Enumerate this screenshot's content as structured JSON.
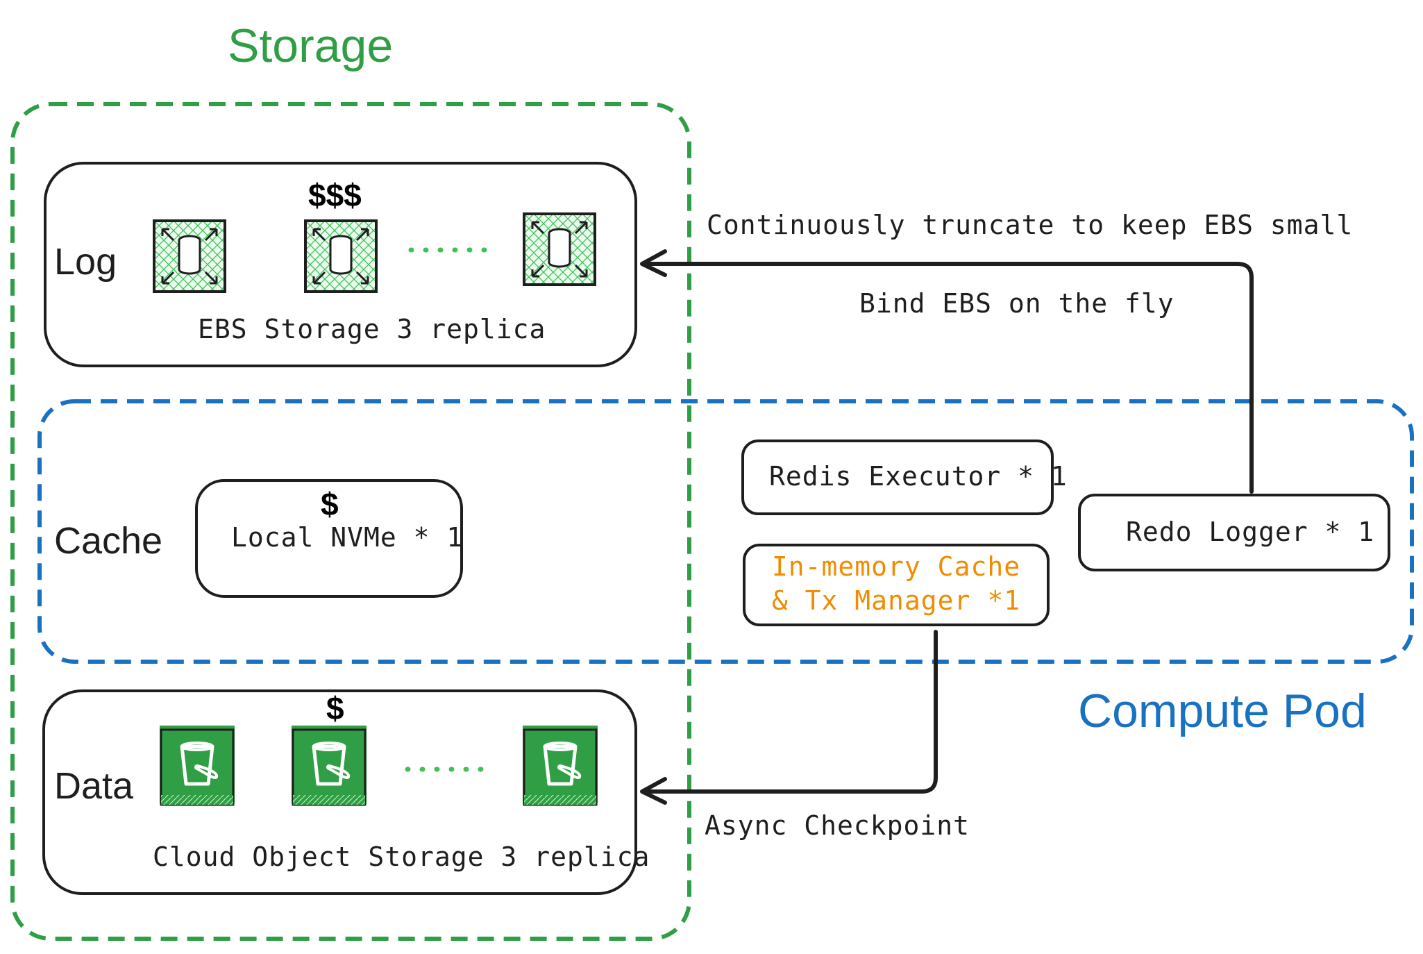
{
  "storage": {
    "title": "Storage",
    "color": "#2f9e44",
    "log": {
      "label": "Log",
      "cost": "$$$",
      "caption": "EBS Storage 3 replica",
      "icon": "ebs-volume-icon",
      "ellipsis": "......"
    },
    "cache": {
      "label": "Cache",
      "cost": "$",
      "device": "Local NVMe * 1"
    },
    "data": {
      "label": "Data",
      "cost": "$",
      "caption": "Cloud Object Storage 3 replica",
      "icon": "s3-bucket-icon",
      "ellipsis": "......"
    }
  },
  "compute_pod": {
    "title": "Compute Pod",
    "color": "#1971c2",
    "redis_executor": "Redis Executor * 1",
    "in_memory_cache_line1": "In-memory Cache",
    "in_memory_cache_line2": "& Tx Manager *1",
    "in_memory_cache_color": "#f08c00",
    "redo_logger": "Redo Logger * 1"
  },
  "edges": {
    "truncate": "Continuously truncate to keep EBS small",
    "bind": "Bind EBS on the fly",
    "checkpoint": "Async Checkpoint"
  }
}
